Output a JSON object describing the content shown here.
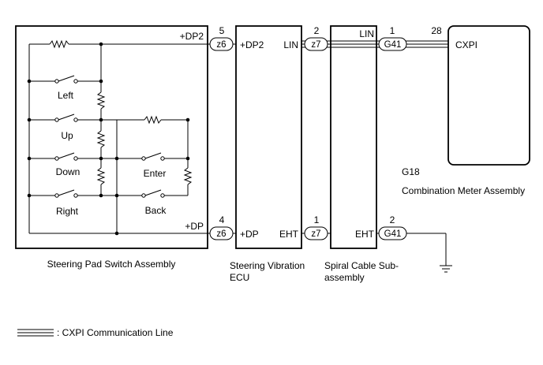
{
  "components": {
    "steering_pad": {
      "name": "Steering Pad Switch Assembly"
    },
    "vibration_ecu": {
      "name_line1": "Steering Vibration",
      "name_line2": "ECU"
    },
    "spiral_cable": {
      "name_line1": "Spiral Cable Sub-",
      "name_line2": "assembly"
    },
    "meter": {
      "code": "G18",
      "name": "Combination Meter Assembly",
      "terminal": "CXPI"
    }
  },
  "switches": {
    "left": "Left",
    "up": "Up",
    "down": "Down",
    "right": "Right",
    "enter": "Enter",
    "back": "Back"
  },
  "terminals": {
    "pad_dp2": "+DP2",
    "pad_dp": "+DP",
    "ecu_dp2": "+DP2",
    "ecu_dp": "+DP",
    "ecu_lin": "LIN",
    "ecu_eht": "EHT",
    "cable_lin": "LIN",
    "cable_eht": "EHT"
  },
  "connectors": {
    "z6_top": {
      "code": "z6",
      "pin": "5"
    },
    "z6_bottom": {
      "code": "z6",
      "pin": "4"
    },
    "z7_top": {
      "code": "z7",
      "pin": "2"
    },
    "z7_bottom": {
      "code": "z7",
      "pin": "1"
    },
    "g41_top": {
      "code": "G41",
      "pin": "1"
    },
    "g41_bottom": {
      "code": "G41",
      "pin": "2"
    },
    "meter_pin": "28"
  },
  "legend": {
    "text": ": CXPI Communication Line"
  }
}
